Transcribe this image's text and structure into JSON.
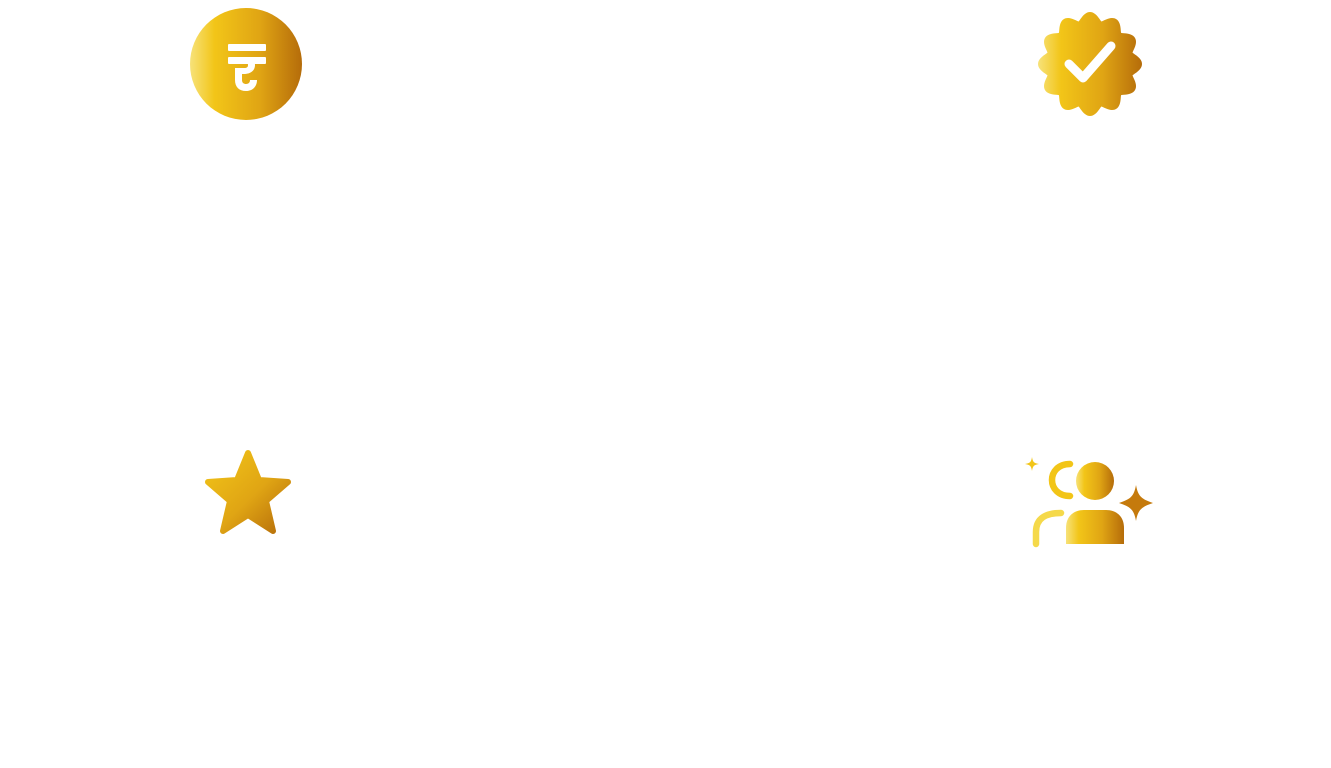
{
  "palette": {
    "gold_light": "#f7e27a",
    "gold_bright": "#f2c518",
    "gold_mid": "#e0a514",
    "gold_dark": "#b56c0a",
    "glyph": "#ffffff",
    "background": "#ffffff"
  },
  "icons": [
    {
      "id": "rupee",
      "name": "rupee-coin-icon",
      "glyph": "₹"
    },
    {
      "id": "badge",
      "name": "verified-badge-icon",
      "glyph": "✓"
    },
    {
      "id": "star",
      "name": "star-icon"
    },
    {
      "id": "users",
      "name": "users-sparkle-icon"
    }
  ]
}
